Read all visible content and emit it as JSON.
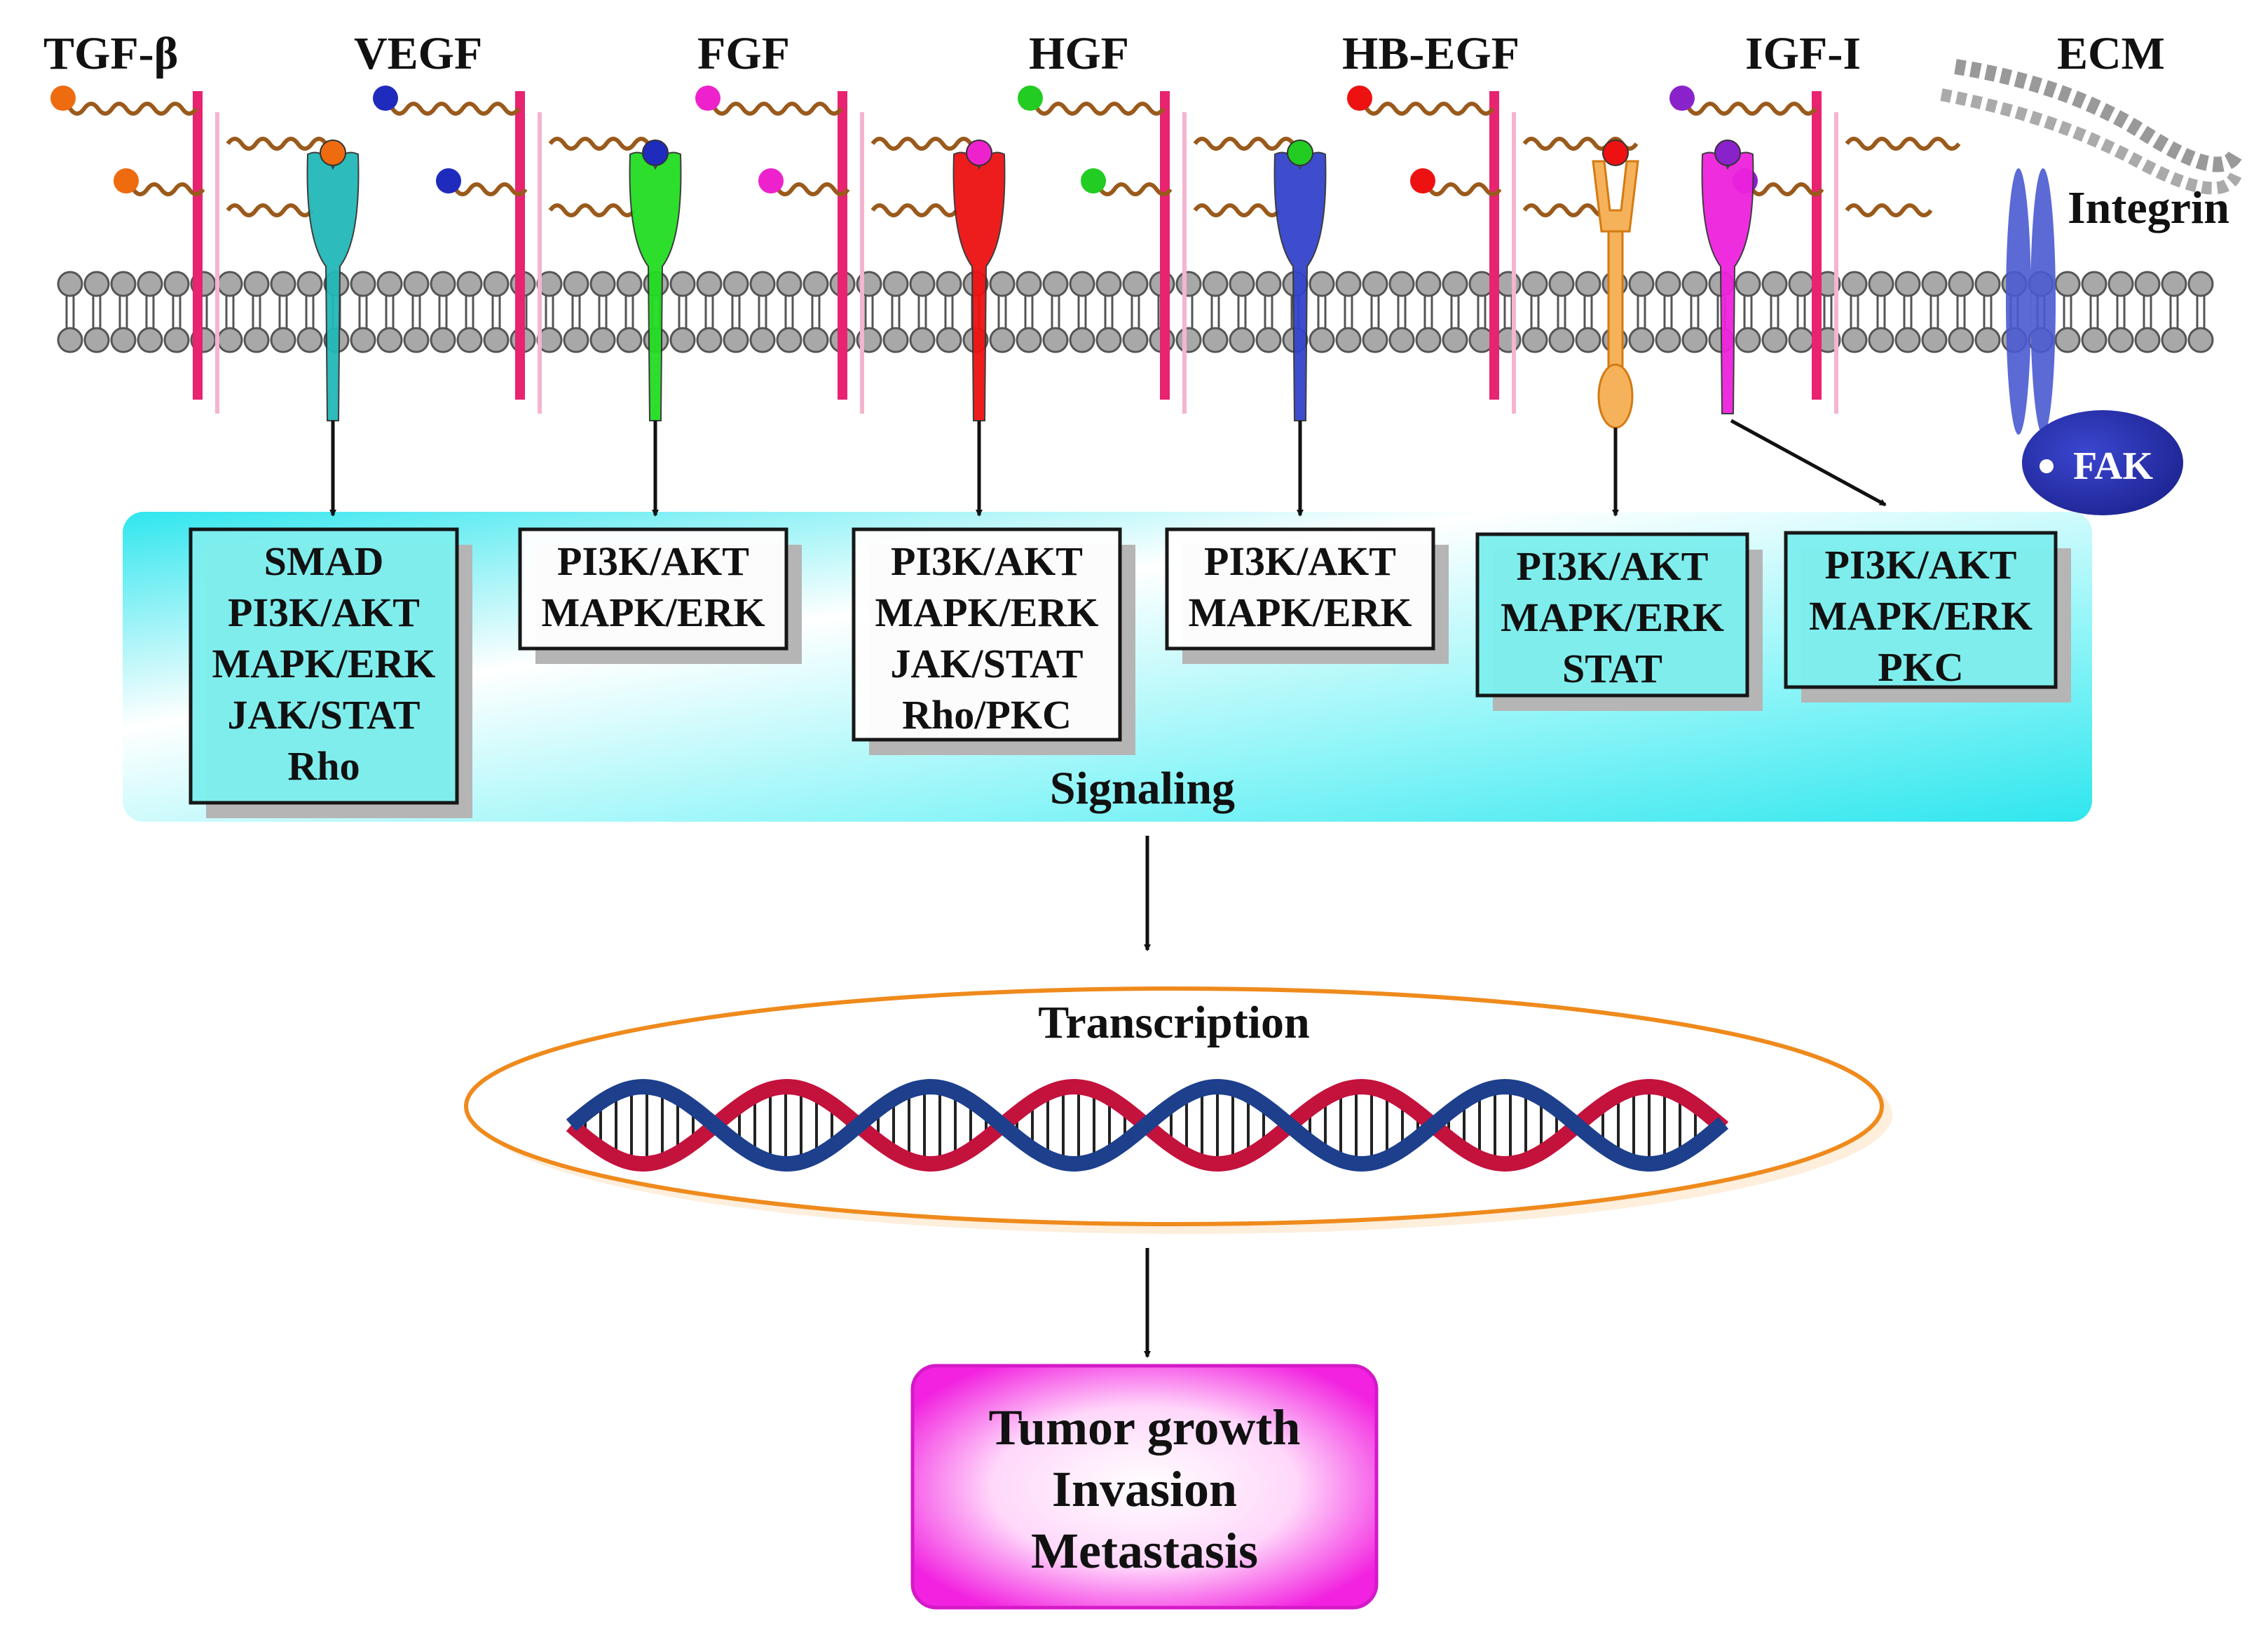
{
  "ligands": [
    {
      "label": "TGF-β",
      "color": "#ee6b10",
      "receptor_color": "#22b8b8"
    },
    {
      "label": "VEGF",
      "color": "#1f2bbd",
      "receptor_color": "#22dd22"
    },
    {
      "label": "FGF",
      "color": "#ee22cc",
      "receptor_color": "#ee1111"
    },
    {
      "label": "HGF",
      "color": "#22cc22",
      "receptor_color": "#3344cc"
    },
    {
      "label": "HB-EGF",
      "color": "#ee1111",
      "receptor_color": "#f5b25a"
    },
    {
      "label": "IGF-I",
      "color": "#8a22cc",
      "receptor_color": "#ee22dd"
    }
  ],
  "ecm_label": "ECM",
  "integrin_label": "Integrin",
  "fak_label": "FAK",
  "signaling_boxes": [
    {
      "lines": [
        "SMAD",
        "PI3K/AKT",
        "MAPK/ERK",
        "JAK/STAT",
        "Rho"
      ]
    },
    {
      "lines": [
        "PI3K/AKT",
        "MAPK/ERK"
      ]
    },
    {
      "lines": [
        "PI3K/AKT",
        "MAPK/ERK",
        "JAK/STAT",
        "Rho/PKC"
      ]
    },
    {
      "lines": [
        "PI3K/AKT",
        "MAPK/ERK"
      ]
    },
    {
      "lines": [
        "PI3K/AKT",
        "MAPK/ERK",
        "STAT"
      ]
    },
    {
      "lines": [
        "PI3K/AKT",
        "MAPK/ERK",
        "PKC"
      ]
    }
  ],
  "signaling_label": "Signaling",
  "transcription_label": "Transcription",
  "outcomes": [
    "Tumor growth",
    "Invasion",
    "Metastasis"
  ],
  "colors": {
    "signaling_panel": "#2fe6ee",
    "membrane_head": "#a8a8a8",
    "tm_bar": "#e8236f",
    "nucleus_outline": "#ef8a1c",
    "dna_blue": "#1d3f8c",
    "dna_red": "#c3123c",
    "outcome_box": "#f222e0",
    "integrin": "#4a5ad0",
    "fak": "#2b34b8",
    "fiber": "#9a5a1c"
  }
}
